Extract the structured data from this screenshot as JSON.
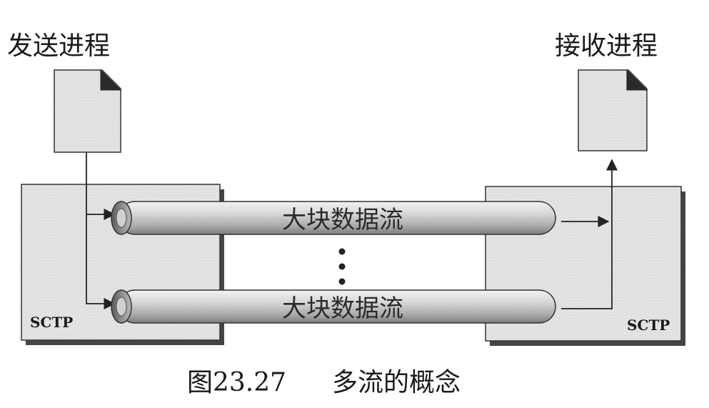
{
  "labels": {
    "sender": "发送进程",
    "receiver": "接收进程"
  },
  "sctp": {
    "left": "SCTP",
    "right": "SCTP"
  },
  "streams": [
    {
      "label": "大块数据流"
    },
    {
      "label": "大块数据流"
    }
  ],
  "caption": {
    "figure_number": "图23.27",
    "title": "多流的概念"
  }
}
